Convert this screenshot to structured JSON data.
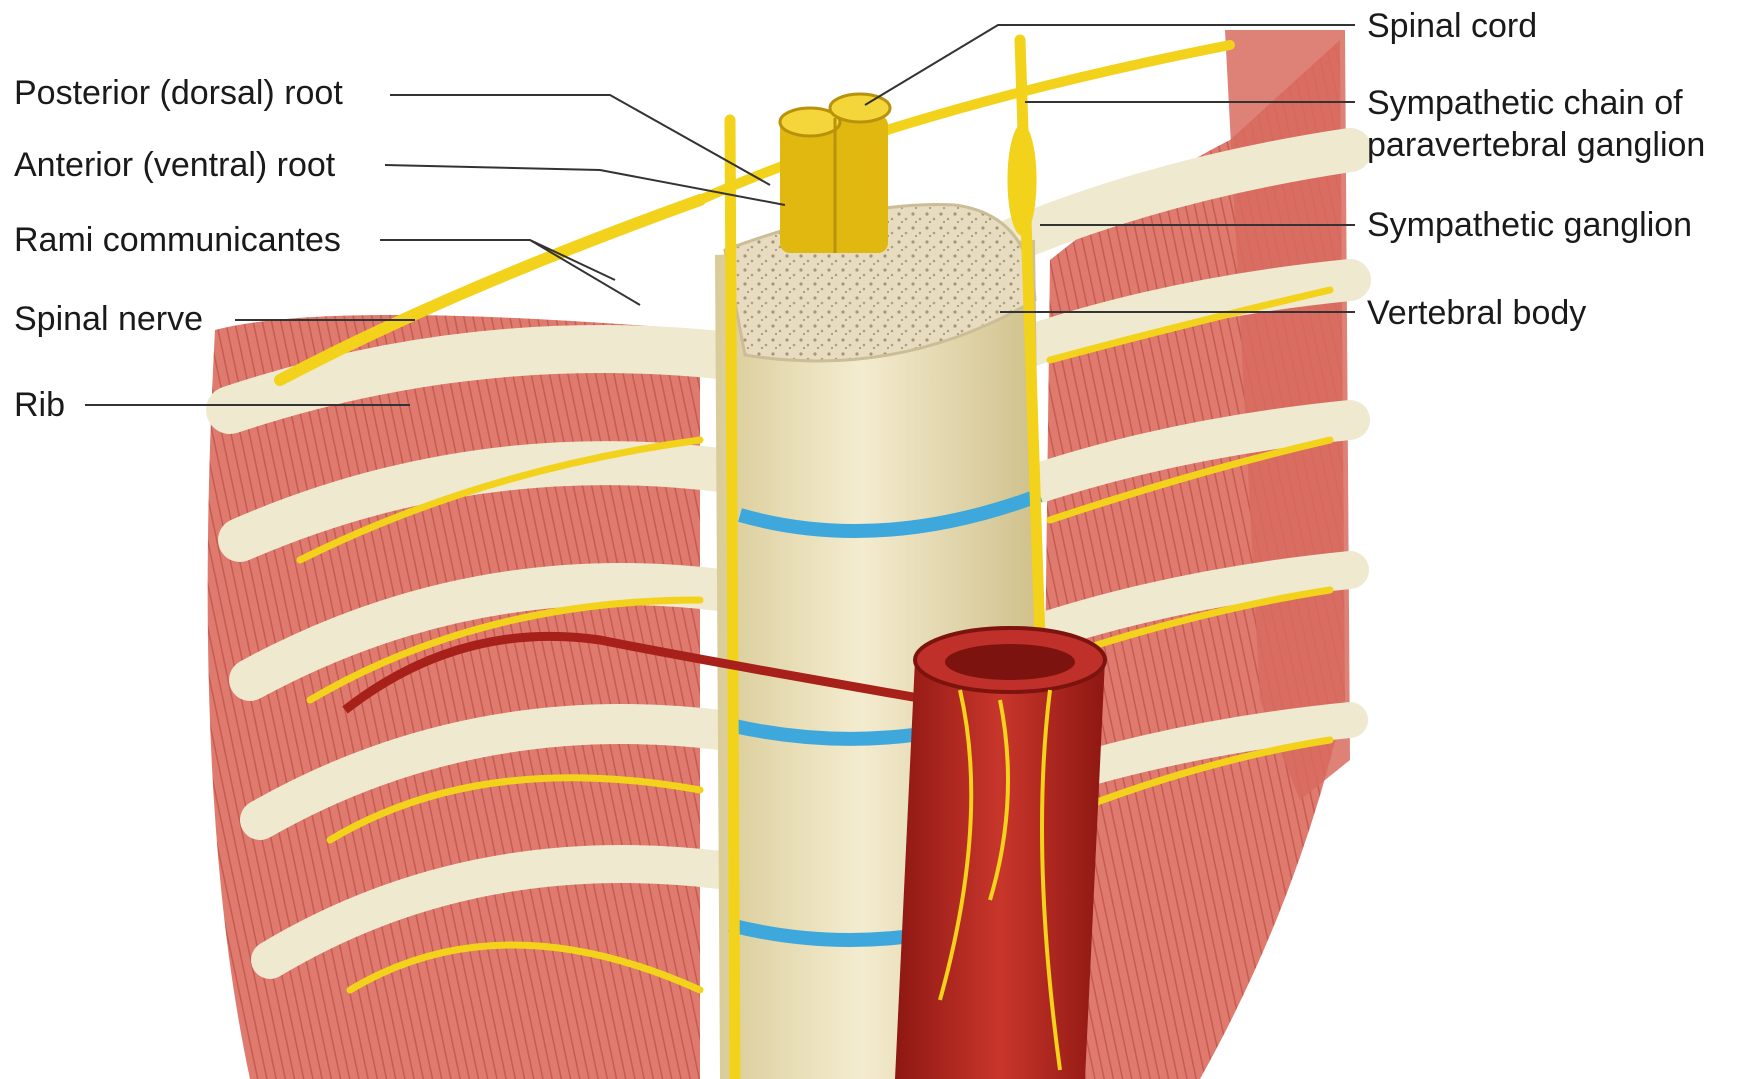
{
  "labels": {
    "posterior_root": "Posterior (dorsal) root",
    "anterior_root": "Anterior (ventral) root",
    "rami": "Rami communicantes",
    "spinal_nerve": "Spinal nerve",
    "rib": "Rib",
    "spinal_cord": "Spinal cord",
    "sympathetic_chain": [
      "Sympathetic chain of",
      "paravertebral ganglion"
    ],
    "sympathetic_ganglion": "Sympathetic ganglion",
    "vertebral_body": "Vertebral body"
  },
  "colors": {
    "muscle": "#de7a6e",
    "muscle_dark": "#b9443c",
    "rib": "#efe9cf",
    "nerve": "#f2d21a",
    "bone": "#ece2bd",
    "disc": "#3ea8dc",
    "artery": "#b8231c",
    "leader": "#333333"
  }
}
